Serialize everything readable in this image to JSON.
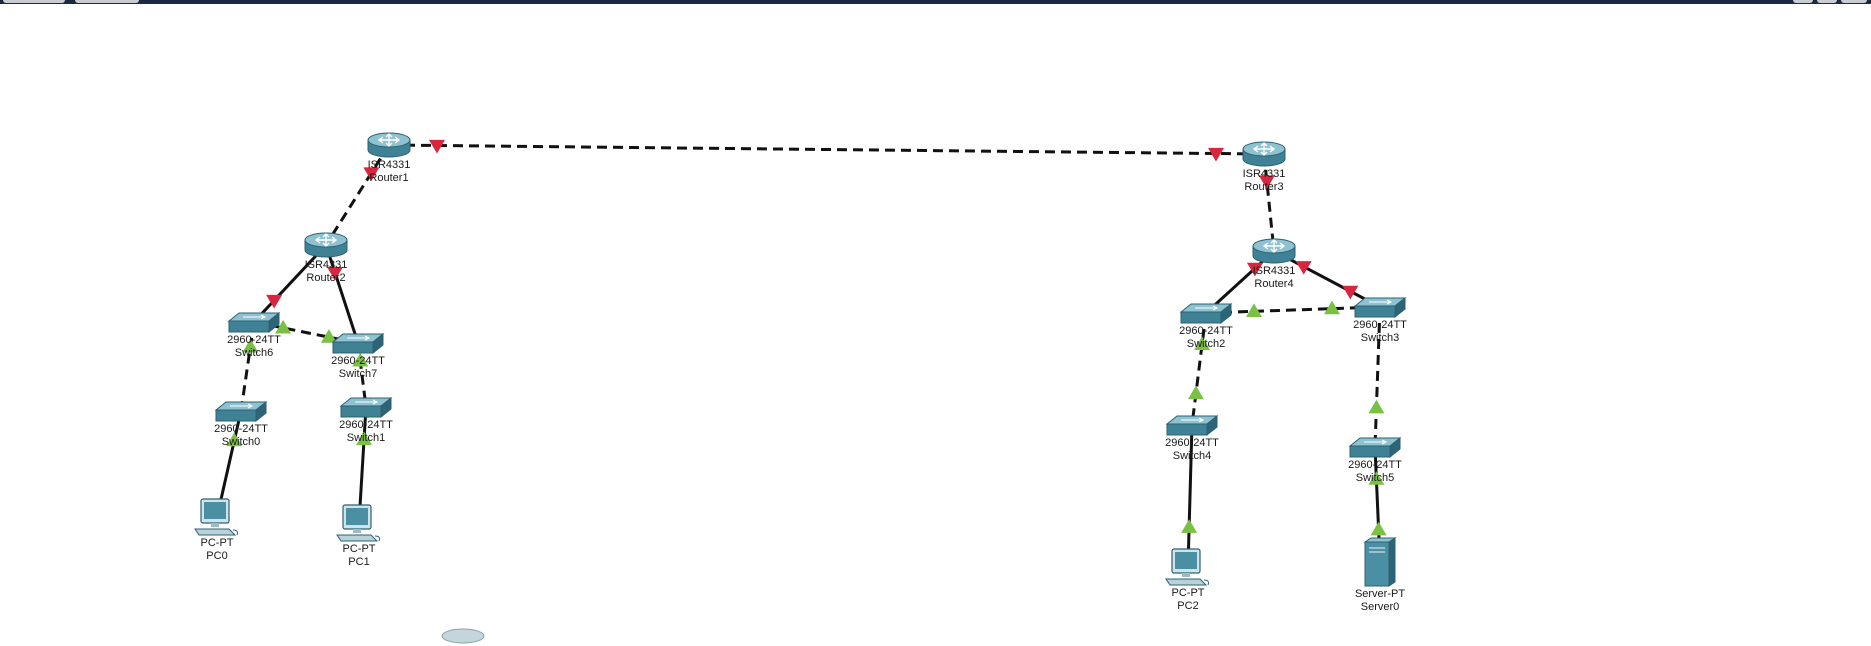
{
  "window": {
    "top_buttons": [
      "",
      ""
    ],
    "top_right_controls": [
      "minimize",
      "restore",
      "close"
    ]
  },
  "colors": {
    "link_up": "#7ac143",
    "link_down": "#d7263d",
    "device": "#4a8fa3",
    "cable": "#111111"
  },
  "devices": [
    {
      "id": "router1",
      "type": "router",
      "model": "ISR4331",
      "name": "Router1",
      "icon": "router-icon"
    },
    {
      "id": "router2",
      "type": "router",
      "model": "ISR4331",
      "name": "Router2",
      "icon": "router-icon"
    },
    {
      "id": "router3",
      "type": "router",
      "model": "ISR4331",
      "name": "Router3",
      "icon": "router-icon"
    },
    {
      "id": "router4",
      "type": "router",
      "model": "ISR4331",
      "name": "Router4",
      "icon": "router-icon"
    },
    {
      "id": "switch6",
      "type": "switch",
      "model": "2960-24TT",
      "name": "Switch6",
      "icon": "switch-icon"
    },
    {
      "id": "switch7",
      "type": "switch",
      "model": "2960-24TT",
      "name": "Switch7",
      "icon": "switch-icon"
    },
    {
      "id": "switch0",
      "type": "switch",
      "model": "2960-24TT",
      "name": "Switch0",
      "icon": "switch-icon"
    },
    {
      "id": "switch1",
      "type": "switch",
      "model": "2960-24TT",
      "name": "Switch1",
      "icon": "switch-icon"
    },
    {
      "id": "switch2",
      "type": "switch",
      "model": "2960-24TT",
      "name": "Switch2",
      "icon": "switch-icon"
    },
    {
      "id": "switch3",
      "type": "switch",
      "model": "2960-24TT",
      "name": "Switch3",
      "icon": "switch-icon"
    },
    {
      "id": "switch4",
      "type": "switch",
      "model": "2960-24TT",
      "name": "Switch4",
      "icon": "switch-icon"
    },
    {
      "id": "switch5",
      "type": "switch",
      "model": "2960-24TT",
      "name": "Switch5",
      "icon": "switch-icon"
    },
    {
      "id": "pc0",
      "type": "pc",
      "model": "PC-PT",
      "name": "PC0",
      "icon": "pc-icon"
    },
    {
      "id": "pc1",
      "type": "pc",
      "model": "PC-PT",
      "name": "PC1",
      "icon": "pc-icon"
    },
    {
      "id": "pc2",
      "type": "pc",
      "model": "PC-PT",
      "name": "PC2",
      "icon": "pc-icon"
    },
    {
      "id": "server0",
      "type": "server",
      "model": "Server-PT",
      "name": "Server0",
      "icon": "server-icon"
    }
  ],
  "links": [
    {
      "a": "router1",
      "b": "router3",
      "style": "dashed",
      "state_a": "down",
      "state_b": "down"
    },
    {
      "a": "router1",
      "b": "router2",
      "style": "dashed",
      "state_a": "down",
      "state_b": "none"
    },
    {
      "a": "router2",
      "b": "switch6",
      "style": "solid",
      "state_a": "none",
      "state_b": "down"
    },
    {
      "a": "router2",
      "b": "switch7",
      "style": "solid",
      "state_a": "down",
      "state_b": "none"
    },
    {
      "a": "switch6",
      "b": "switch7",
      "style": "dashed",
      "state_a": "up",
      "state_b": "up"
    },
    {
      "a": "switch6",
      "b": "switch0",
      "style": "dashed",
      "state_a": "up",
      "state_b": "none"
    },
    {
      "a": "switch7",
      "b": "switch1",
      "style": "dashed",
      "state_a": "up",
      "state_b": "none"
    },
    {
      "a": "switch0",
      "b": "pc0",
      "style": "solid",
      "state_a": "up",
      "state_b": "none"
    },
    {
      "a": "switch1",
      "b": "pc1",
      "style": "solid",
      "state_a": "up",
      "state_b": "none"
    },
    {
      "a": "router3",
      "b": "router4",
      "style": "dashed",
      "state_a": "down",
      "state_b": "none"
    },
    {
      "a": "router4",
      "b": "switch2",
      "style": "solid",
      "state_a": "down",
      "state_b": "none"
    },
    {
      "a": "router4",
      "b": "switch3",
      "style": "solid",
      "state_a": "down",
      "state_b": "down"
    },
    {
      "a": "switch2",
      "b": "switch3",
      "style": "dashed",
      "state_a": "up",
      "state_b": "up"
    },
    {
      "a": "switch2",
      "b": "switch4",
      "style": "dashed",
      "state_a": "up",
      "state_b": "up"
    },
    {
      "a": "switch3",
      "b": "switch5",
      "style": "dashed",
      "state_a": "none",
      "state_b": "up"
    },
    {
      "a": "switch4",
      "b": "pc2",
      "style": "solid",
      "state_a": "none",
      "state_b": "up"
    },
    {
      "a": "switch5",
      "b": "server0",
      "style": "solid",
      "state_a": "up",
      "state_b": "up"
    }
  ]
}
